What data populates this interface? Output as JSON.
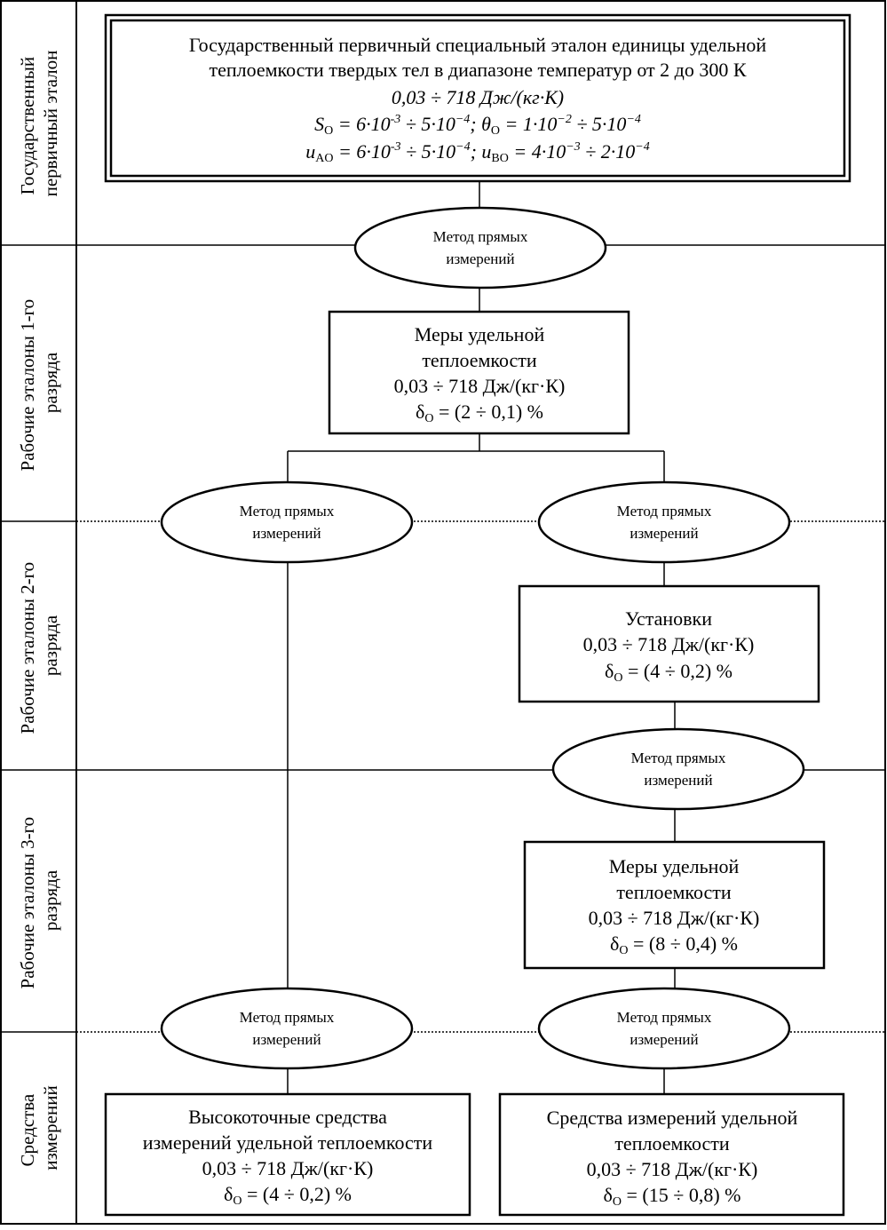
{
  "levels": [
    {
      "lines": [
        "Государственный",
        "первичный эталон"
      ]
    },
    {
      "lines": [
        "Рабочие эталоны 1-го",
        "разряда"
      ]
    },
    {
      "lines": [
        "Рабочие эталоны 2-го",
        "разряда"
      ]
    },
    {
      "lines": [
        "Рабочие эталоны 3-го",
        "разряда"
      ]
    },
    {
      "lines": [
        "Средства",
        "измерений"
      ]
    }
  ],
  "primary": {
    "line1": "Государственный первичный специальный эталон единицы удельной",
    "line2": "теплоемкости твердых тел в диапазоне температур от 2 до 300 К",
    "range": "0,03 ÷ 718 Дж/(кг·К)",
    "s_sym": "S",
    "s_sub": "O",
    "s_eq": " = 6·10",
    "s_exp1": "-3",
    "s_div": " ÷ 5·10",
    "s_exp2": "−4",
    "s_sep": "; θ",
    "t_sub": "O",
    "t_eq": " = 1·10",
    "t_exp1": "−2",
    "t_div": " ÷ 5·10",
    "t_exp2": "−4",
    "ua_sym": "u",
    "ua_sub": "AO",
    "ua_eq": " = 6·10",
    "ua_exp1": "-3",
    "ua_div": " ÷ 5·10",
    "ua_exp2": "−4",
    "ua_sep": "; ",
    "ub_sym": "u",
    "ub_sub": "BO",
    "ub_eq": " = 4·10",
    "ub_exp1": "−3",
    "ub_div": " ÷ 2·10",
    "ub_exp2": "−4"
  },
  "method_label": [
    "Метод прямых",
    "измерений"
  ],
  "box1": {
    "line1": "Меры удельной",
    "line2": "теплоемкости",
    "range": "0,03 ÷ 718 Дж/(кг·К)",
    "delta": "δ",
    "delta_sub": "O",
    "delta_val": " = (2 ÷ 0,1) %"
  },
  "box2": {
    "line1": "Установки",
    "range": "0,03 ÷ 718 Дж/(кг·К)",
    "delta": "δ",
    "delta_sub": "O",
    "delta_val": " = (4 ÷ 0,2) %"
  },
  "box3": {
    "line1": "Меры удельной",
    "line2": "теплоемкости",
    "range": "0,03 ÷ 718 Дж/(кг·К)",
    "delta": "δ",
    "delta_sub": "O",
    "delta_val": " = (8 ÷ 0,4) %"
  },
  "box4": {
    "line1": "Высокоточные средства",
    "line2": "измерений удельной теплоемкости",
    "range": "0,03 ÷ 718 Дж/(кг·К)",
    "delta": "δ",
    "delta_sub": "O",
    "delta_val": " = (4 ÷ 0,2) %"
  },
  "box5": {
    "line1": "Средства измерений удельной",
    "line2": "теплоемкости",
    "range": "0,03 ÷ 718 Дж/(кг·К)",
    "delta": "δ",
    "delta_sub": "O",
    "delta_val": " = (15 ÷ 0,8) %"
  }
}
